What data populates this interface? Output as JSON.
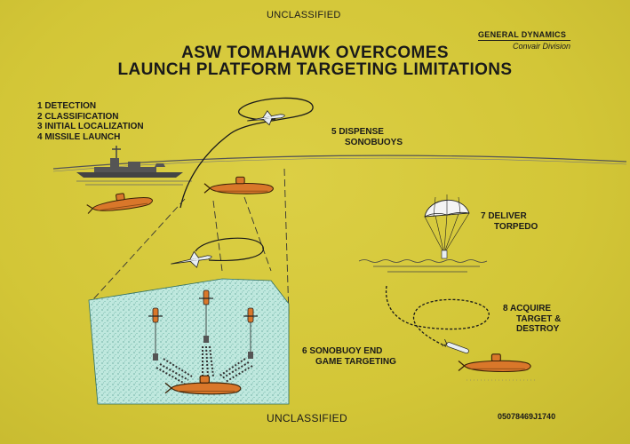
{
  "header": {
    "classification_top": "UNCLASSIFIED",
    "title_line1": "ASW TOMAHAWK OVERCOMES",
    "title_line2": "LAUNCH PLATFORM TARGETING LIMITATIONS"
  },
  "logo": {
    "company": "GENERAL DYNAMICS",
    "division": "Convair Division"
  },
  "steps": [
    "1  DETECTION",
    "2  CLASSIFICATION",
    "3  INITIAL LOCALIZATION",
    "4  MISSILE LAUNCH"
  ],
  "labels": {
    "step5_line1": "5  DISPENSE",
    "step5_line2": "SONOBUOYS",
    "step6_line1": "6  SONOBUOY END",
    "step6_line2": "GAME TARGETING",
    "step7_line1": "7  DELIVER",
    "step7_line2": "TORPEDO",
    "step8_line1": "8  ACQUIRE",
    "step8_line2": "TARGET &",
    "step8_line3": "DESTROY"
  },
  "footer": {
    "classification_bottom": "UNCLASSIFIED",
    "document_number": "05078469J1740"
  },
  "colors": {
    "background": "#d5c93a",
    "ink": "#1a1a1a",
    "submarine": "#d9772a",
    "water": "#bfe8de"
  }
}
